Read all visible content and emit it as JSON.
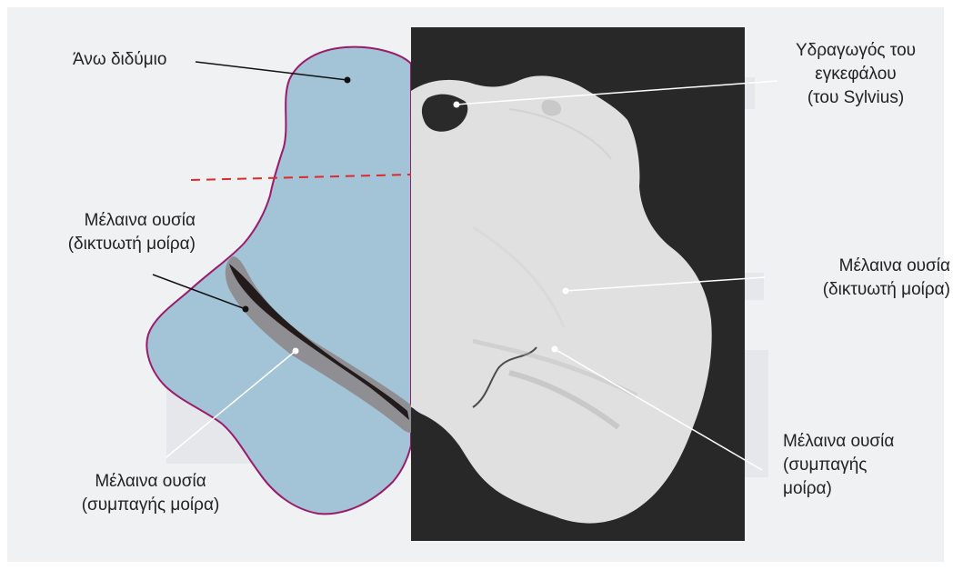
{
  "labels": {
    "superior_colliculus": "Άνω διδύμιο",
    "sn_reticulata_left": [
      "Μέλαινα ουσία",
      "(δικτυωτή μοίρα)"
    ],
    "sn_compacta_left": [
      "Μέλαινα ουσία",
      "(συμπαγής μοίρα)"
    ],
    "aqueduct": [
      "Υδραγωγός του",
      "εγκεφάλου",
      "(του Sylvius)"
    ],
    "sn_reticulata_right": [
      "Μέλαινα ουσία",
      "(δικτυωτή μοίρα)"
    ],
    "sn_compacta_right": [
      "Μέλαινα ουσία",
      "(συμπαγής",
      "μοίρα)"
    ]
  },
  "colors": {
    "background": "#f0f1f3",
    "schematic_fill": "#a3c3d6",
    "schematic_outline": "#9a1b6a",
    "reticulata": "#8f8f93",
    "compacta": "#231a1c",
    "section_cut_line": "#e0282e",
    "photo_background": "#282828",
    "tissue": "#e2e2e2",
    "leader_line_dark": "#111111",
    "leader_line_light": "#ffffff"
  }
}
